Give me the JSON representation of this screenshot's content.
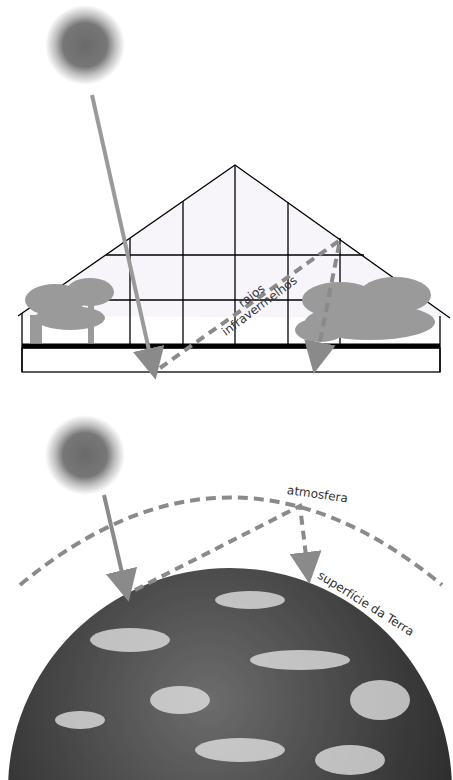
{
  "diagram": {
    "labels": [
      "raios infravermelhos",
      "atmosfera",
      "superfície da Terra"
    ]
  }
}
